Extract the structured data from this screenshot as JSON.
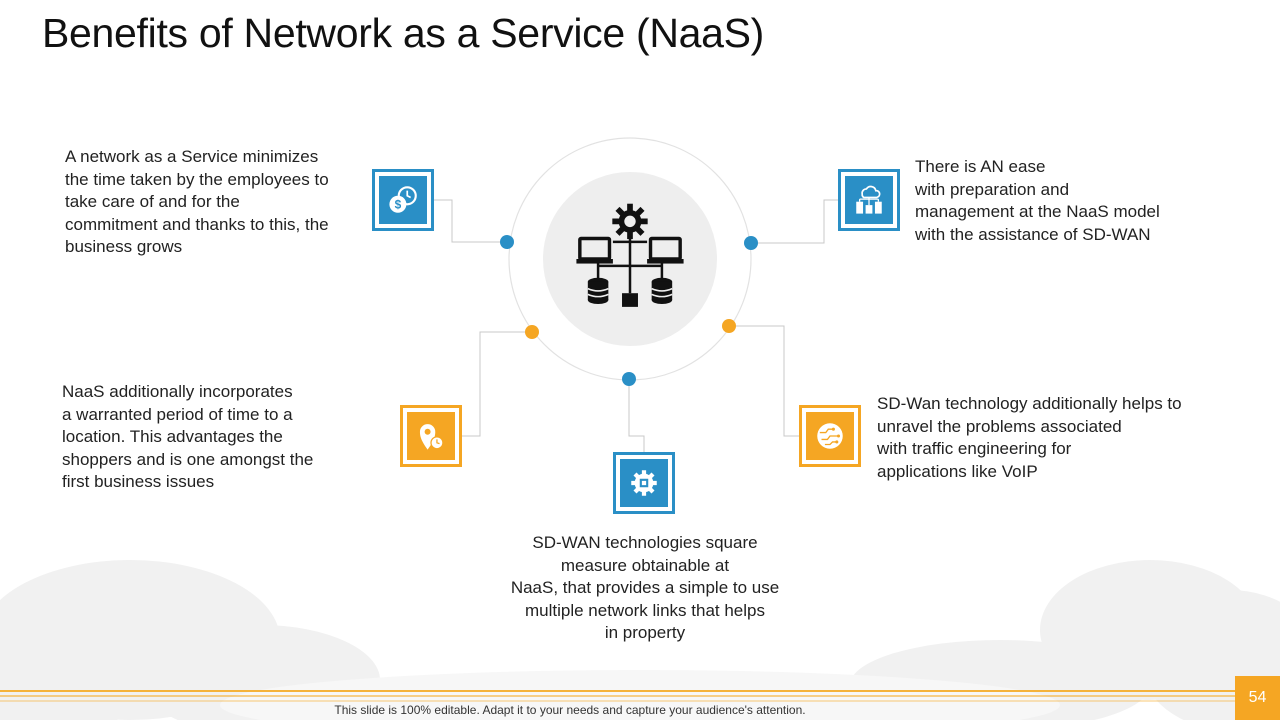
{
  "slide": {
    "title": "Benefits of Network as a Service (NaaS)",
    "page_number": "54",
    "footer": "This slide is 100% editable. Adapt it to your needs and capture your audience's attention."
  },
  "colors": {
    "blue": "#2a8fc6",
    "orange": "#f5a623",
    "hub_circle": "#eeeeee",
    "ring": "#e2e2e2"
  },
  "center_icon": "network-hierarchy-icon",
  "benefits": [
    {
      "icon": "dollar-clock-icon",
      "color": "blue",
      "lines": [
        "A network as a Service minimizes",
        "the time taken by the employees to",
        "take care of and for the",
        "commitment and thanks to this, the",
        "business grows"
      ]
    },
    {
      "icon": "cloud-servers-icon",
      "color": "blue",
      "lines": [
        "There is AN ease",
        "with preparation and",
        "management at the NaaS model",
        "with the assistance of SD-WAN"
      ]
    },
    {
      "icon": "location-time-icon",
      "color": "orange",
      "lines": [
        "NaaS additionally incorporates",
        "a warranted period of time to a",
        "location. This advantages the",
        "shoppers and is one amongst the",
        "first business issues"
      ]
    },
    {
      "icon": "gear-chip-icon",
      "color": "blue",
      "lines": [
        "SD-WAN technologies square",
        "measure obtainable at",
        "NaaS, that provides a simple to use",
        "multiple network links that helps",
        "in property"
      ]
    },
    {
      "icon": "circuit-globe-icon",
      "color": "orange",
      "lines": [
        "SD-Wan technology additionally helps to",
        "unravel the problems associated",
        "with traffic engineering for",
        "applications like VoIP"
      ]
    }
  ]
}
